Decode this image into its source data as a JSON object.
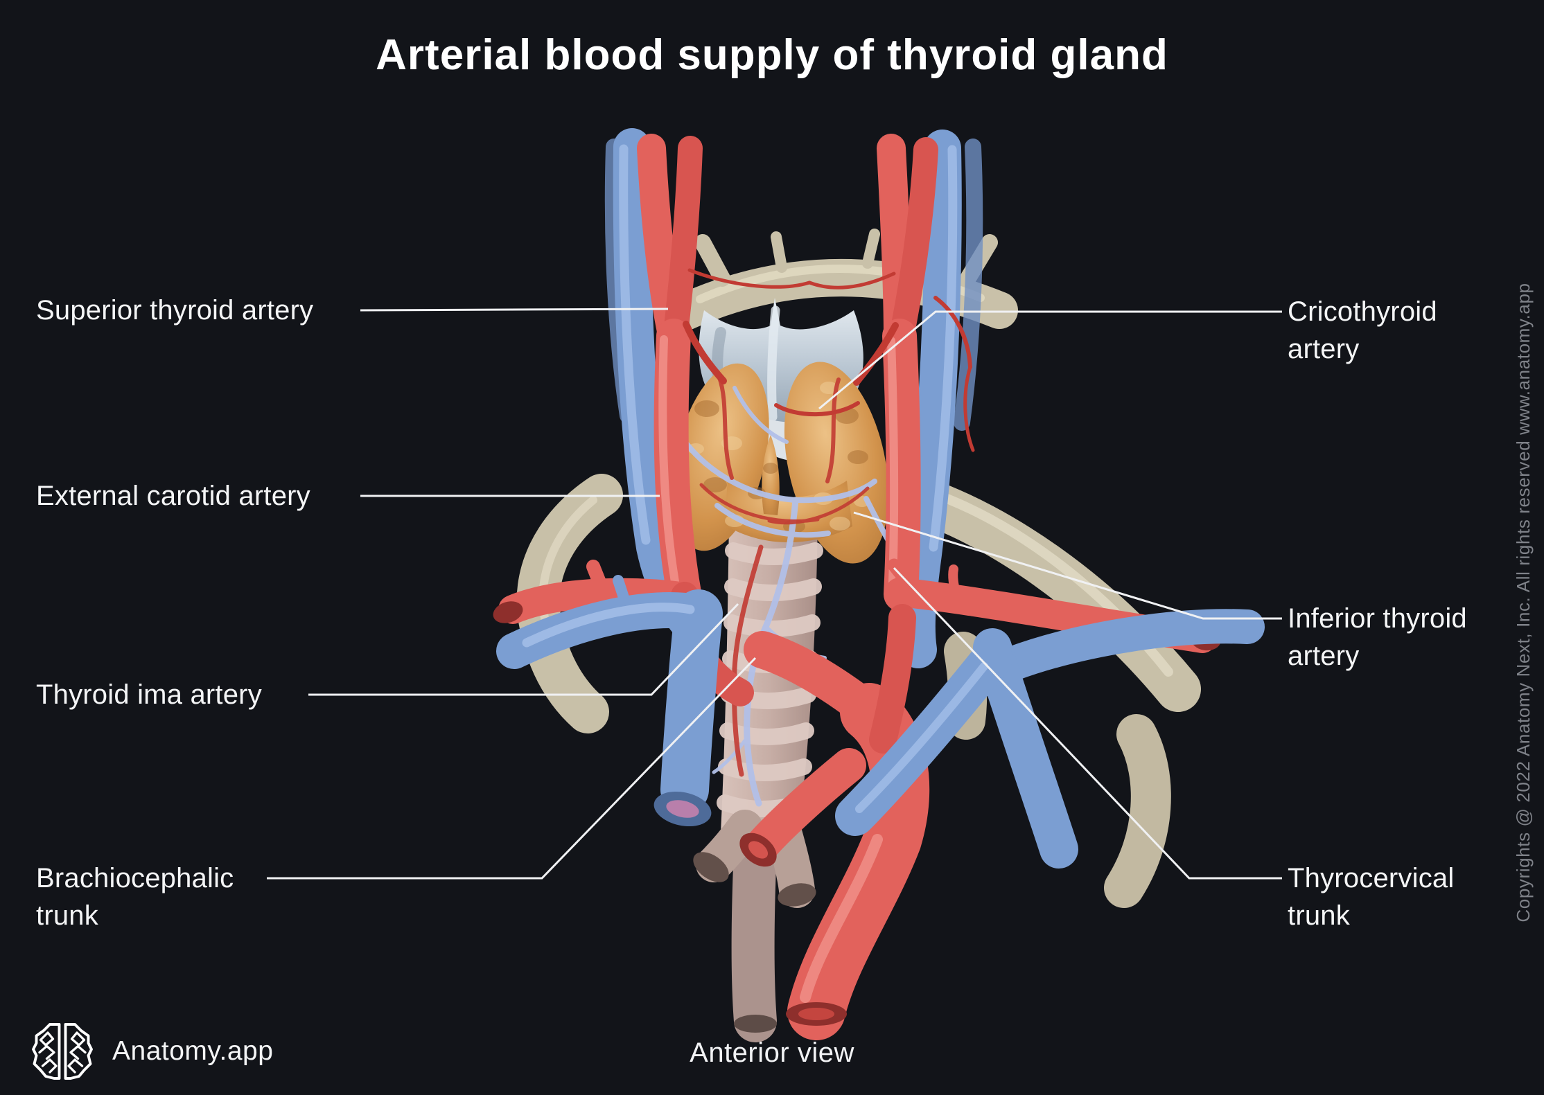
{
  "title": "Arterial blood supply of thyroid gland",
  "view_label": "Anterior view",
  "brand": {
    "name": "Anatomy.app"
  },
  "copyright": "Copyrights @ 2022 Anatomy Next, Inc. All rights reserved www.anatomy.app",
  "labels": {
    "left": [
      {
        "id": "superior-thyroid-artery",
        "lines": [
          "Superior thyroid artery"
        ]
      },
      {
        "id": "external-carotid-artery",
        "lines": [
          "External carotid artery"
        ]
      },
      {
        "id": "thyroid-ima-artery",
        "lines": [
          "Thyroid ima artery"
        ]
      },
      {
        "id": "brachiocephalic-trunk",
        "lines": [
          "Brachiocephalic",
          "trunk"
        ]
      }
    ],
    "right": [
      {
        "id": "cricothyroid-artery",
        "lines": [
          "Cricothyroid",
          "artery"
        ]
      },
      {
        "id": "inferior-thyroid-artery",
        "lines": [
          "Inferior thyroid",
          "artery"
        ]
      },
      {
        "id": "thyrocervical-trunk",
        "lines": [
          "Thyrocervical",
          "trunk"
        ]
      }
    ]
  },
  "colors": {
    "background": "#121419",
    "leader_line": "#f0f1f3",
    "artery_red": "#e2625c",
    "vein_blue": "#7b9ed2",
    "thyroid_orange": "#d2934c",
    "bone_beige": "#c8c0a8",
    "cartilage_gray": "#b7c4d1",
    "trachea_pink": "#cdb5ad",
    "text_white": "#f4f5f6",
    "copyright_gray": "#7f8289"
  }
}
